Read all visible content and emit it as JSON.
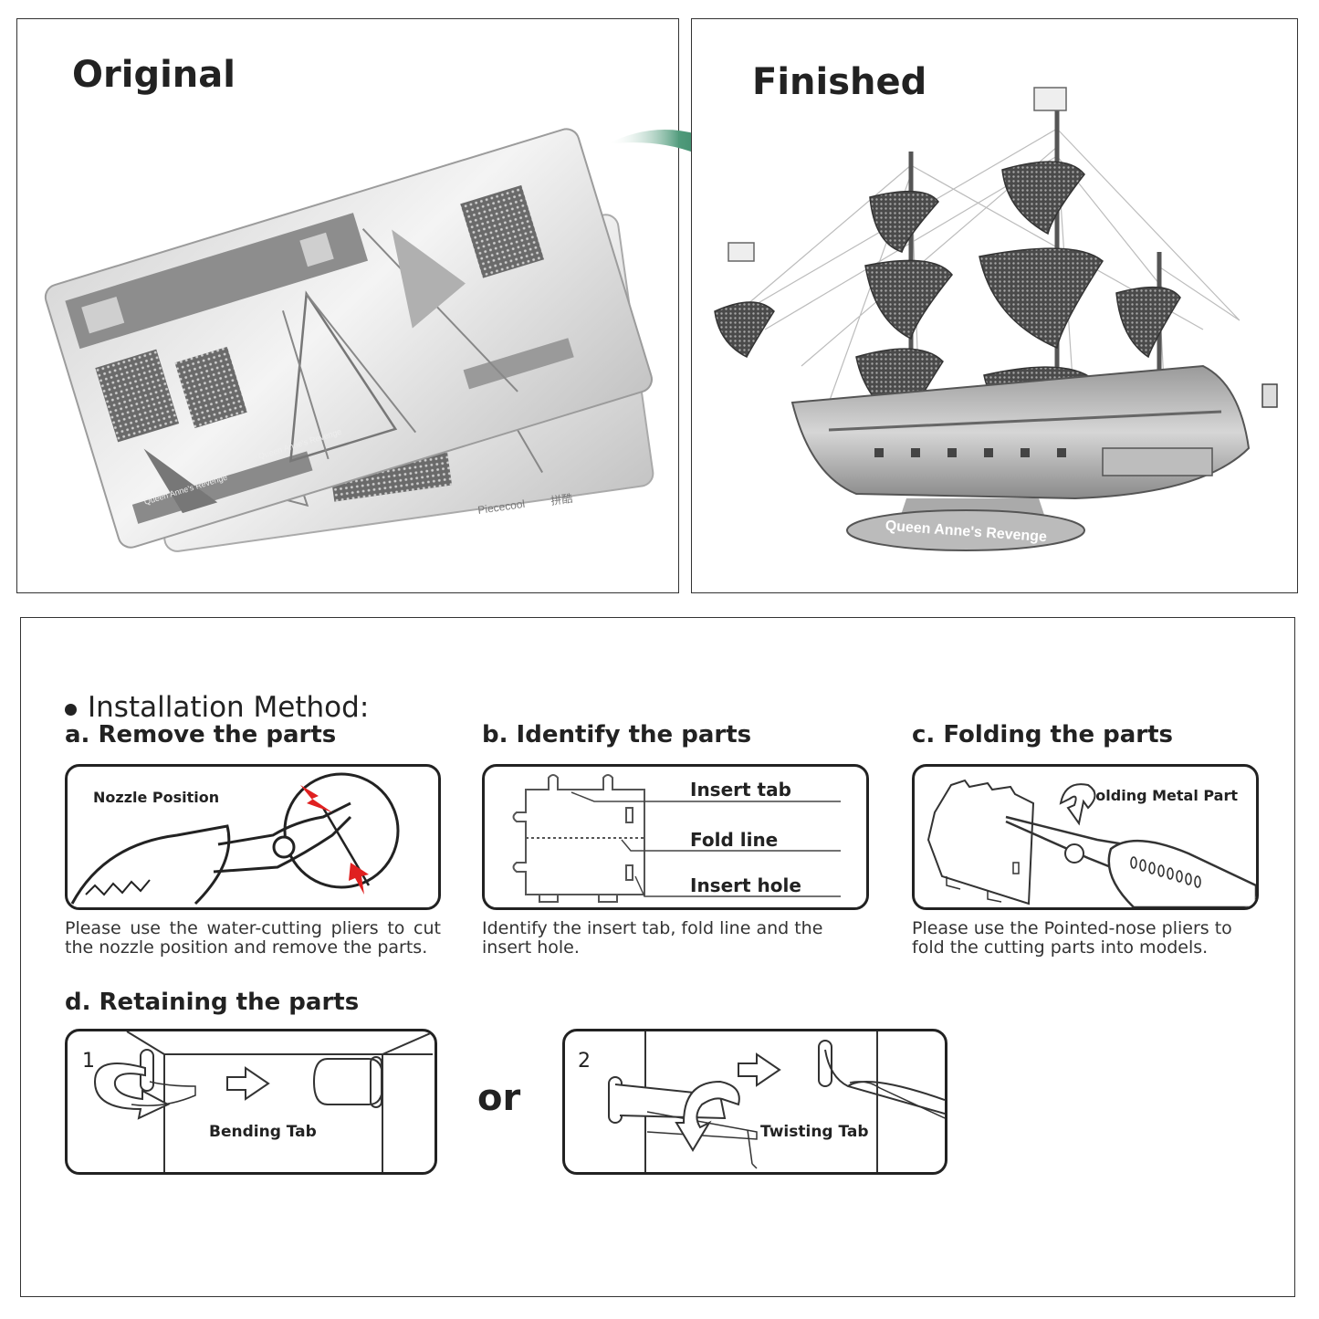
{
  "top": {
    "original_title": "Original",
    "finished_title": "Finished",
    "sheet_brand": "Piececool",
    "sheet_brand_cn": "拼酷",
    "sheet_label_1": "Queen Anne's Revenge",
    "sheet_label_2": "Queen Anne's Revenge",
    "ship_plaque": "Queen Anne's Revenge",
    "arrow_color": "#2f7c5e"
  },
  "install": {
    "title": "Installation Method:",
    "a": {
      "heading": "a. Remove the parts",
      "diagram_label": "Nozzle Position",
      "desc": "Please use the water-cutting pliers to cut the nozzle position and remove the parts."
    },
    "b": {
      "heading": "b. Identify the parts",
      "label_tab": "Insert tab",
      "label_fold": "Fold line",
      "label_hole": "Insert hole",
      "desc": "Identify the insert tab, fold line and the insert hole."
    },
    "c": {
      "heading": "c. Folding the parts",
      "diagram_label": "Folding Metal Part",
      "desc": "Please use the Pointed-nose pliers to fold the cutting parts into models."
    },
    "d": {
      "heading": "d. Retaining the parts",
      "step1_num": "1",
      "step1_label": "Bending Tab",
      "or_text": "or",
      "step2_num": "2",
      "step2_label": "Twisting Tab"
    }
  }
}
